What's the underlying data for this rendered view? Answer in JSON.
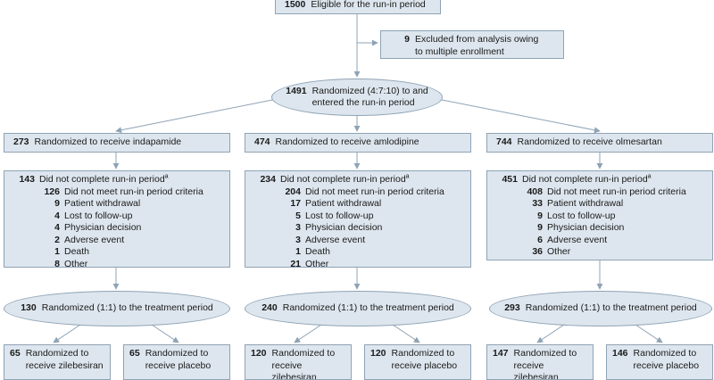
{
  "eligible": {
    "n": "1500",
    "text": "Eligible for the run-in period"
  },
  "excluded": {
    "n": "9",
    "line1": "Excluded from analysis owing",
    "line2": "to multiple enrollment"
  },
  "randomized_runin": {
    "n": "1491",
    "line1": "Randomized (4:7:10) to and",
    "line2": "entered the run-in period"
  },
  "arms": [
    {
      "n": "273",
      "text": "Randomized to receive indapamide",
      "not_complete": {
        "n": "143",
        "text": "Did not complete run-in period",
        "sup": "a"
      },
      "reasons": [
        {
          "n": "126",
          "text": "Did not meet run-in period criteria"
        },
        {
          "n": "9",
          "text": "Patient withdrawal"
        },
        {
          "n": "4",
          "text": "Lost to follow-up"
        },
        {
          "n": "4",
          "text": "Physician decision"
        },
        {
          "n": "2",
          "text": "Adverse event"
        },
        {
          "n": "1",
          "text": "Death"
        },
        {
          "n": "8",
          "text": "Other"
        }
      ],
      "treatment": {
        "n": "130",
        "text": "Randomized (1:1) to the treatment period"
      },
      "zil": {
        "n": "65",
        "line1": "Randomized to",
        "line2": "receive zilebesiran"
      },
      "pla": {
        "n": "65",
        "line1": "Randomized to",
        "line2": "receive placebo"
      }
    },
    {
      "n": "474",
      "text": "Randomized to receive amlodipine",
      "not_complete": {
        "n": "234",
        "text": "Did not complete run-in period",
        "sup": "a"
      },
      "reasons": [
        {
          "n": "204",
          "text": "Did not meet run-in period criteria"
        },
        {
          "n": "17",
          "text": "Patient withdrawal"
        },
        {
          "n": "5",
          "text": "Lost to follow-up"
        },
        {
          "n": "3",
          "text": "Physician decision"
        },
        {
          "n": "3",
          "text": "Adverse event"
        },
        {
          "n": "1",
          "text": "Death"
        },
        {
          "n": "21",
          "text": "Other"
        }
      ],
      "treatment": {
        "n": "240",
        "text": "Randomized (1:1) to the treatment period"
      },
      "zil": {
        "n": "120",
        "line1": "Randomized to",
        "line2": "receive zilebesiran"
      },
      "pla": {
        "n": "120",
        "line1": "Randomized to",
        "line2": "receive placebo"
      }
    },
    {
      "n": "744",
      "text": "Randomized to receive olmesartan",
      "not_complete": {
        "n": "451",
        "text": "Did not complete run-in period",
        "sup": "a"
      },
      "reasons": [
        {
          "n": "408",
          "text": "Did not meet run-in period criteria"
        },
        {
          "n": "33",
          "text": "Patient withdrawal"
        },
        {
          "n": "9",
          "text": "Lost to follow-up"
        },
        {
          "n": "9",
          "text": "Physician decision"
        },
        {
          "n": "6",
          "text": "Adverse event"
        },
        {
          "n": "36",
          "text": "Other"
        }
      ],
      "treatment": {
        "n": "293",
        "text": "Randomized (1:1) to the treatment period"
      },
      "zil": {
        "n": "147",
        "line1": "Randomized to",
        "line2": "receive zilebesiran"
      },
      "pla": {
        "n": "146",
        "line1": "Randomized to",
        "line2": "receive placebo"
      }
    }
  ]
}
